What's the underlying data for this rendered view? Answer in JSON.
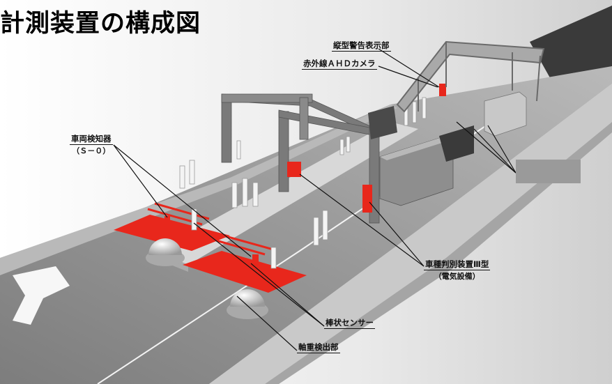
{
  "title": "計測装置の構成図",
  "labels": {
    "vertical_warning_display": "縦型警告表示部",
    "infrared_ahd_camera": "赤外線ＡＨＤカメラ",
    "vehicle_detector": "車両検知器",
    "vehicle_detector_model": "（Ｓ－０）",
    "vehicle_type_discriminator": "車種判別装置Ⅲ型",
    "vehicle_type_discriminator_note": "（電気設備）",
    "rod_sensor": "棒状センサー",
    "axle_load_detector": "軸重検出部"
  },
  "colors": {
    "red": "#e8271c",
    "concrete": "#c9c9c9",
    "dark_road": "#3a3a3a",
    "gray_box": "#9a9a9a"
  }
}
